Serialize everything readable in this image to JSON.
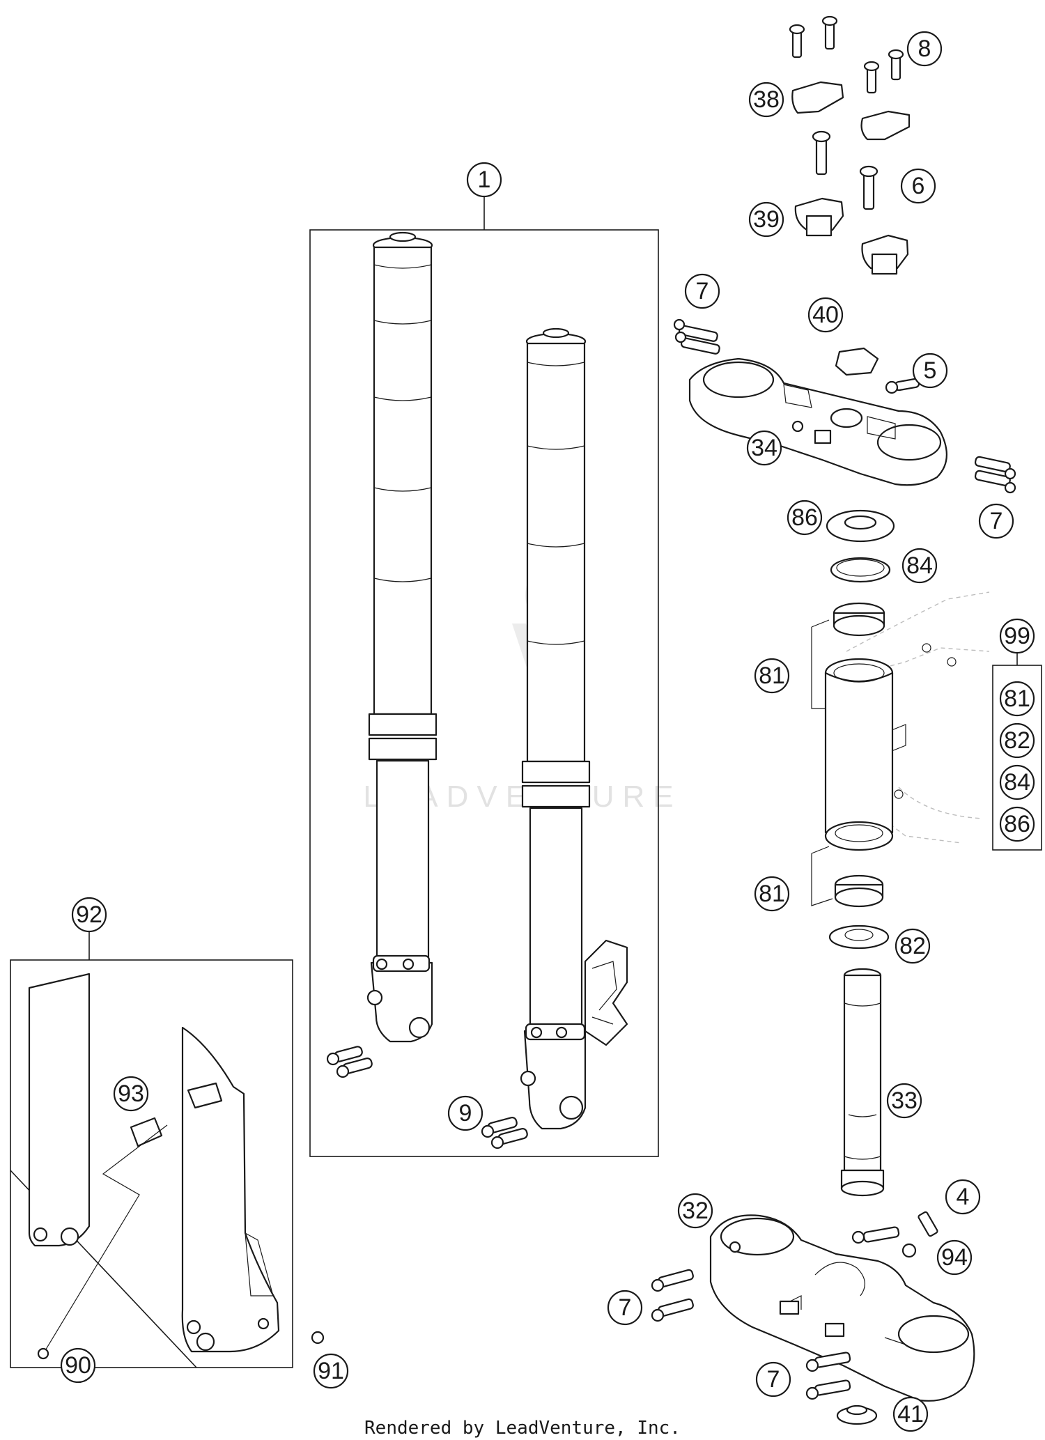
{
  "watermark": {
    "brand": "LEADVENTURE"
  },
  "footer": {
    "rendered_by": "Rendered by LeadVenture, Inc."
  },
  "callouts": {
    "c1": "1",
    "c4": "4",
    "c5": "5",
    "c6": "6",
    "c7a": "7",
    "c7b": "7",
    "c7c": "7",
    "c7d": "7",
    "c8": "8",
    "c9": "9",
    "c32": "32",
    "c33": "33",
    "c34": "34",
    "c38": "38",
    "c39": "39",
    "c40": "40",
    "c41": "41",
    "c81a": "81",
    "c81b": "81",
    "c82": "82",
    "c84": "84",
    "c86": "86",
    "c90": "90",
    "c91": "91",
    "c92": "92",
    "c93": "93",
    "c94": "94",
    "c99": "99",
    "k81": "81",
    "k82": "82",
    "k84": "84",
    "k86": "86"
  }
}
